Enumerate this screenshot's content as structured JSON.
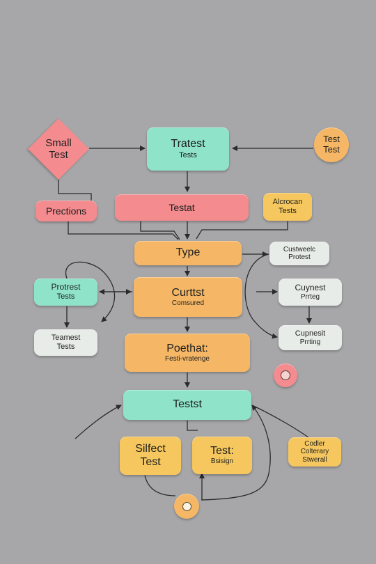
{
  "nodes": {
    "small_test": [
      "Small",
      "Test"
    ],
    "tratest": [
      "Tratest",
      "Tests"
    ],
    "test_circle": [
      "Test",
      "Test"
    ],
    "prections": "Prections",
    "testat": "Testat",
    "alcrocan": [
      "Alcrocan",
      "Tests"
    ],
    "type": "Type",
    "custweelc": [
      "Custweelc",
      "Protest"
    ],
    "protrest": [
      "Protrest",
      "Tests"
    ],
    "curttst": [
      "Curttst",
      "Comsured"
    ],
    "cuynest": [
      "Cuynest",
      "Prrteg"
    ],
    "teamest": [
      "Teamest",
      "Tests"
    ],
    "cupnesit": [
      "Cupnesit",
      "Prrting"
    ],
    "poethat": [
      "Poethat:",
      "Festi-vratenge"
    ],
    "testst": "Testst",
    "silfect": [
      "Silfect",
      "Test"
    ],
    "test_bsisign": [
      "Test:",
      "Bsisign"
    ],
    "codler": [
      "Codler",
      "Colterary",
      "Stwerall"
    ]
  },
  "colors": {
    "background": "#a7a6a8",
    "teal": "#8fe3c8",
    "pink": "#f48b8e",
    "orange": "#f5b766",
    "yellow": "#f5c75e",
    "white": "#e7ece8",
    "wire": "#2a2a2a"
  }
}
